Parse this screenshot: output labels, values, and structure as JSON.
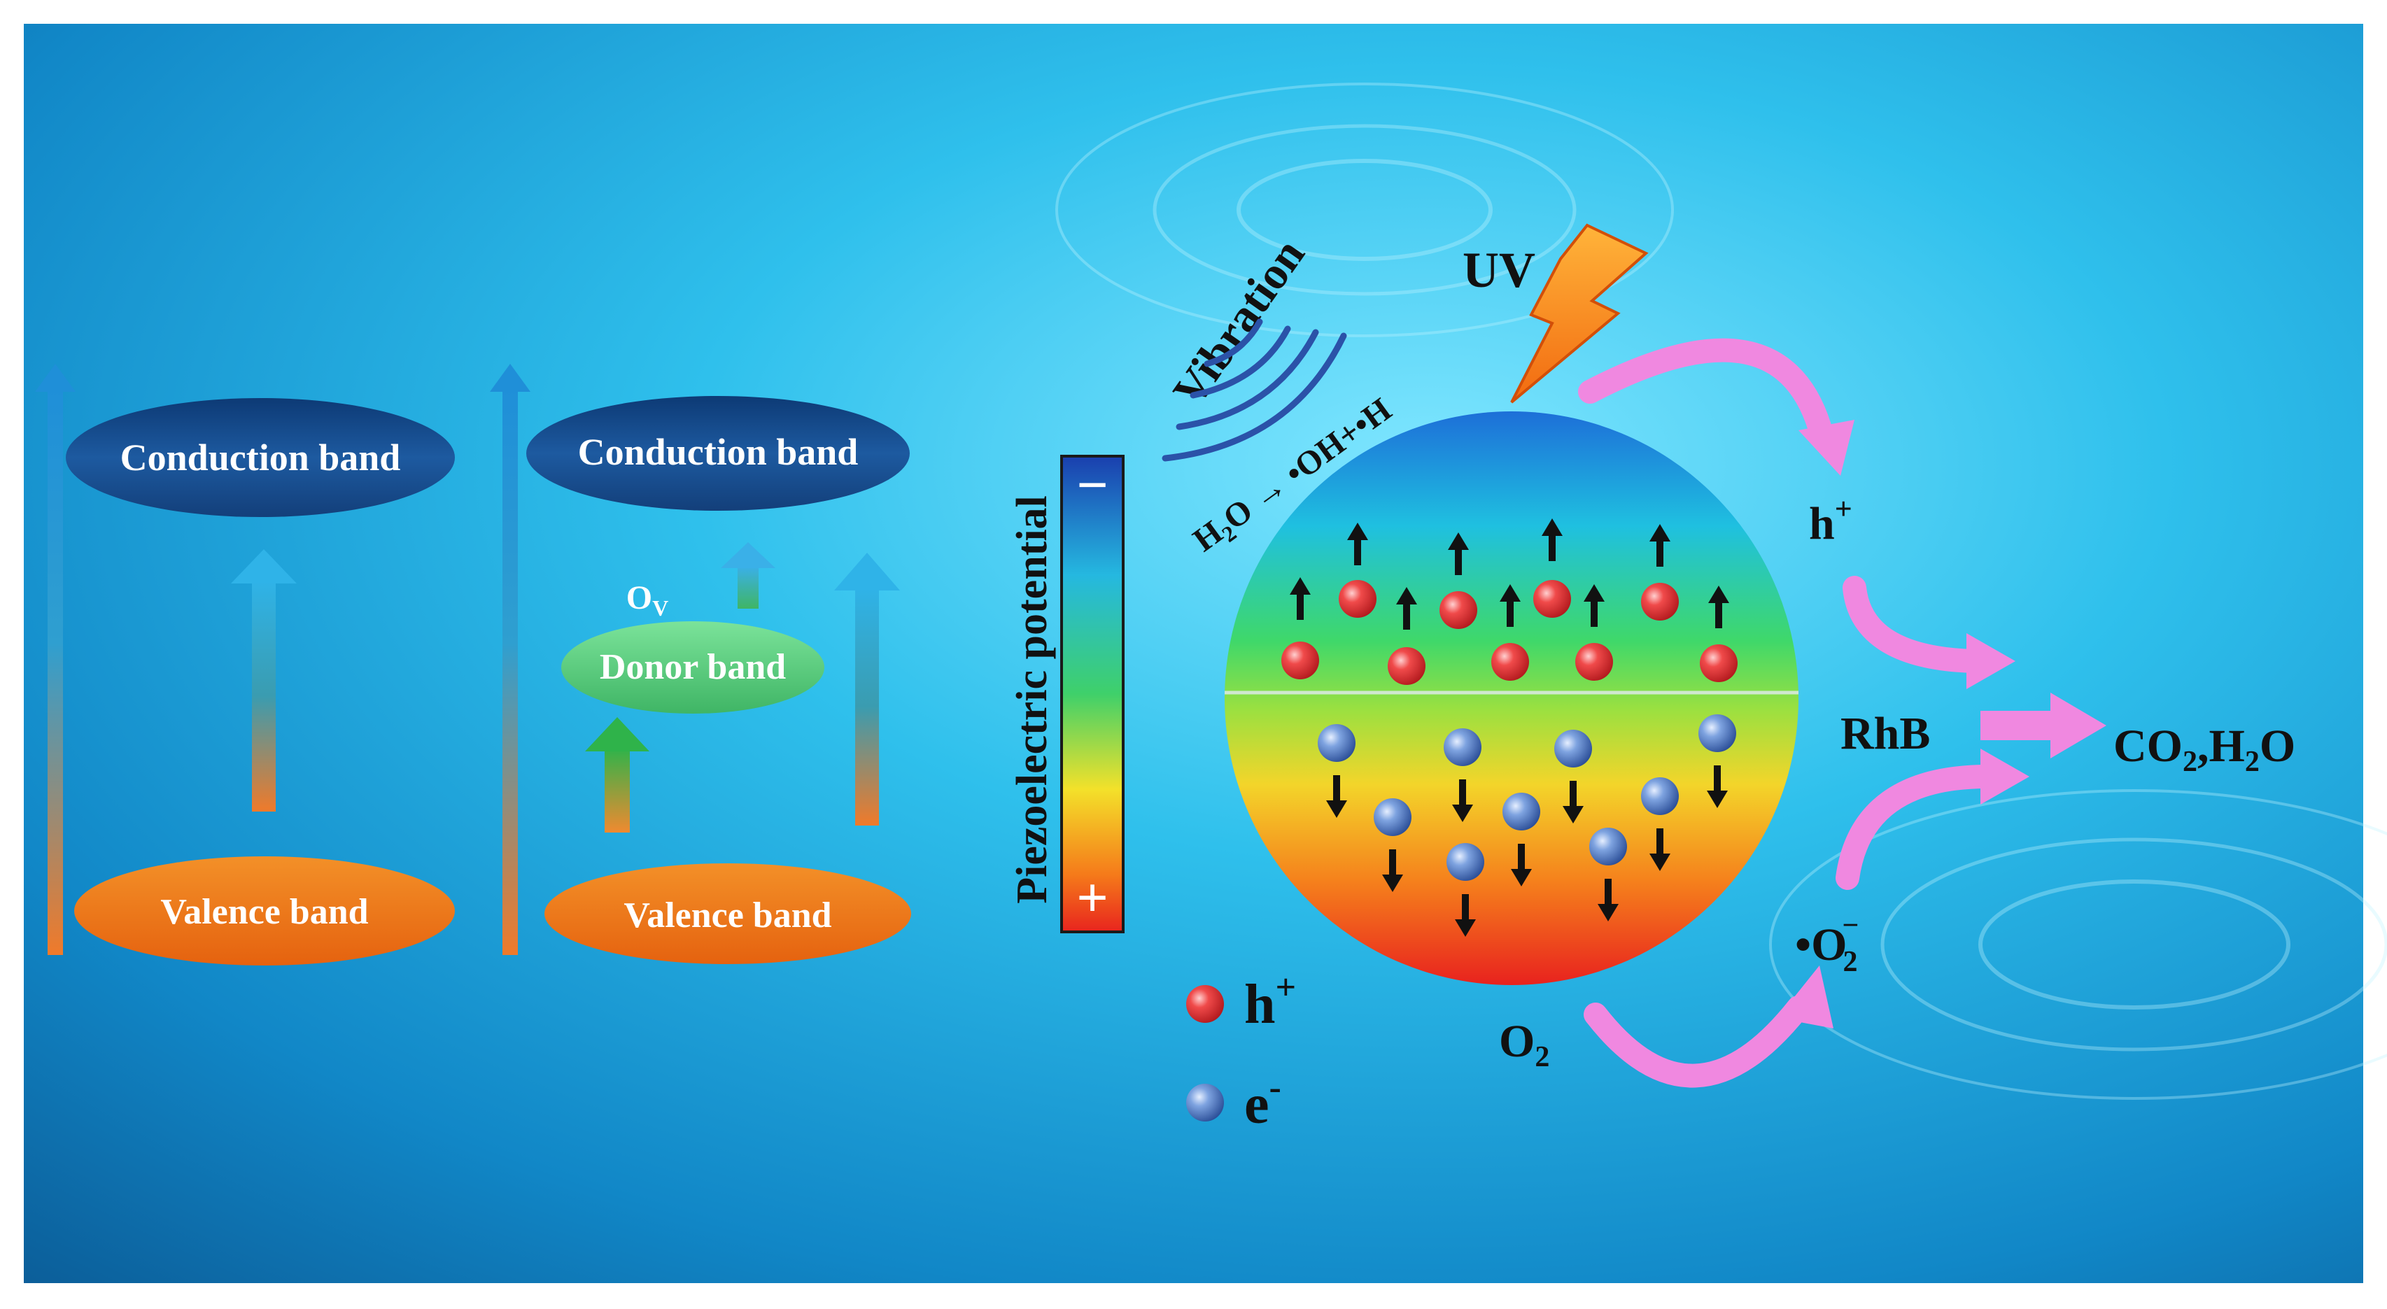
{
  "band_diagram_left": {
    "conduction_label": "Conduction band",
    "valence_label": "Valence band"
  },
  "band_diagram_right": {
    "conduction_label": "Conduction band",
    "valence_label": "Valence band",
    "donor_label": "Donor band",
    "vacancy_label": "O",
    "vacancy_sub": "V"
  },
  "piezo": {
    "axis_label": "Piezoelectric potential",
    "minus_sign": "−",
    "plus_sign": "+"
  },
  "vibration": {
    "label": "Vibration",
    "reaction_h": "H",
    "reaction_sub": "2",
    "reaction_rest": "O → •OH+•H"
  },
  "uv": {
    "label": "UV"
  },
  "products": {
    "hole_label": "h",
    "hole_sup": "+",
    "rhb_label": "RhB",
    "product_co": "CO",
    "product_sub1": "2",
    "product_mid": ",H",
    "product_sub2": "2",
    "product_end": "O",
    "o2_label": "O",
    "o2_sub": "2",
    "superoxide_label": "•O",
    "superoxide_sub": "2",
    "superoxide_sup": "−"
  },
  "legend": {
    "hole_symbol": "h",
    "hole_sup": "+",
    "electron_symbol": "e",
    "electron_sup": "-"
  },
  "colors": {
    "conduction_band": "#1a4f8f",
    "valence_band": "#f07a1a",
    "donor_band": "#5fd07a",
    "hole_particle": "#e8343a",
    "electron_particle": "#4f7fc9",
    "process_arrow": "#f088e0",
    "uv_bolt": "#f6901e"
  }
}
